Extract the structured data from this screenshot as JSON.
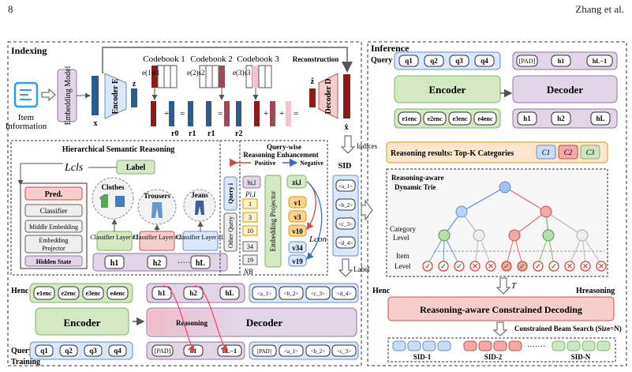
{
  "header": {
    "page_number": "8",
    "authors": "Zhang et al."
  },
  "indexing": {
    "title": "Indexing",
    "item_info": [
      "Item",
      "Information"
    ],
    "embedding_model": "Embedding Model",
    "x_label": "x",
    "encoder": "Encoder E",
    "z_label": "z",
    "codebooks": [
      "Codebook 1",
      "Codebook 2",
      "Codebook 3"
    ],
    "code_e": [
      "e(1)s1",
      "e(2)s2",
      "e(3)s3"
    ],
    "r_labels": [
      "r0",
      "r1",
      "r1",
      "r2"
    ],
    "equals": "=",
    "plus": "+",
    "reconstruction": "Reconstruction",
    "z_hat": "ẑ",
    "decoder": "Decoder D",
    "x_hat": "x̂",
    "indices": "Indices"
  },
  "hsr": {
    "title": "Hierarchical Semantic Reasoning",
    "loss_cls": "Lcls",
    "label": "Label",
    "pred": "Pred.",
    "classifier": "Classifier",
    "middle_embedding": "Middle Embedding",
    "embedding_projector": [
      "Embedding",
      "Projector"
    ],
    "hidden_state": "Hidden State",
    "clothes": "Clothes",
    "trousers": "Trousers",
    "jeans": "Jeans",
    "layers": [
      "Classifier Layer #1",
      "Classifier Layer #2",
      "Classifier Layer #L"
    ],
    "h_tokens": [
      "h1",
      "h2",
      "hL"
    ],
    "dots": "·······"
  },
  "qwre": {
    "title": [
      "Query-wise",
      "Reasoning Enhancement"
    ],
    "positive": "Positive",
    "negative": "Negative",
    "query_i": "Query i",
    "other_query": "Other Query",
    "h_il": "hi,l",
    "p_il": "Pi,l",
    "n_b": "NB",
    "nums_pos": [
      "1",
      "3",
      "10"
    ],
    "nums_neg": [
      "34",
      "19"
    ],
    "projector": "Embedding Projector",
    "z_il": "zi,l",
    "v_pos": [
      "v1",
      "v3",
      "v10"
    ],
    "v_neg": [
      "v34",
      "v19"
    ],
    "loss_con": "Lcon"
  },
  "sid": {
    "title": "SID",
    "tokens": [
      "<a_1>",
      "<b_2>",
      "<c_3>",
      "<d_4>"
    ],
    "label": "Label"
  },
  "training": {
    "title": "Training",
    "h_enc": "Henc",
    "e_enc": [
      "e1enc",
      "e2enc",
      "e3enc",
      "e4enc"
    ],
    "encoder": "Encoder",
    "query": "Query",
    "q_tokens": [
      "q1",
      "q2",
      "q3",
      "q4"
    ],
    "decoder": "Decoder",
    "reasoning": "Reasoning",
    "h_tokens": [
      "h1",
      "h2",
      "hL"
    ],
    "input_tokens": [
      "[PAD]",
      "h1",
      "hL−1"
    ],
    "sid_out": [
      "<a_1>",
      "<b_2>",
      "<c_3>",
      "<d_4>"
    ],
    "sid_in": [
      "[PAD]",
      "<a_1>",
      "<b_2>",
      "<c_3>"
    ]
  },
  "inference": {
    "title": "Inference",
    "query": "Query",
    "q_tokens": [
      "q1",
      "q2",
      "q3",
      "q4"
    ],
    "encoder": "Encoder",
    "e_enc": [
      "e1enc",
      "e2enc",
      "e3enc",
      "e4enc"
    ],
    "decoder": "Decoder",
    "dec_in": [
      "[PAD]",
      "h1",
      "hL−1"
    ],
    "dec_out": [
      "h1",
      "h2",
      "hL"
    ],
    "reasoning_results": "Reasoning results: Top-K Categories",
    "categories": [
      "C1",
      "C2",
      "C3"
    ],
    "trie_title": [
      "Reasoning-aware",
      "Dynamic Trie"
    ],
    "category_level": [
      "Category",
      "Level"
    ],
    "item_level": [
      "Item",
      "Level"
    ],
    "h_enc": "Henc",
    "t_label": "T",
    "h_reasoning": "Hreasoning",
    "constrained_decoding": "Reasoning-aware Constrained Decoding",
    "beam_search": "Constrained Beam Search (Size=N)",
    "sids": [
      "SID-1",
      "SID-2",
      "SID-N"
    ]
  },
  "colors": {
    "green": "#d5e8c4",
    "green_dark": "#82b366",
    "purple": "#e1d5e7",
    "purple_dark": "#9673a6",
    "pink": "#f8cecc",
    "pink_dark": "#b85450",
    "blue": "#dae8fc",
    "blue_dark": "#6c8ebf",
    "orange": "#ffe6cc",
    "orange_dark": "#d79b00",
    "navy": "#2e5c8a",
    "maroon": "#8b1a1a"
  }
}
